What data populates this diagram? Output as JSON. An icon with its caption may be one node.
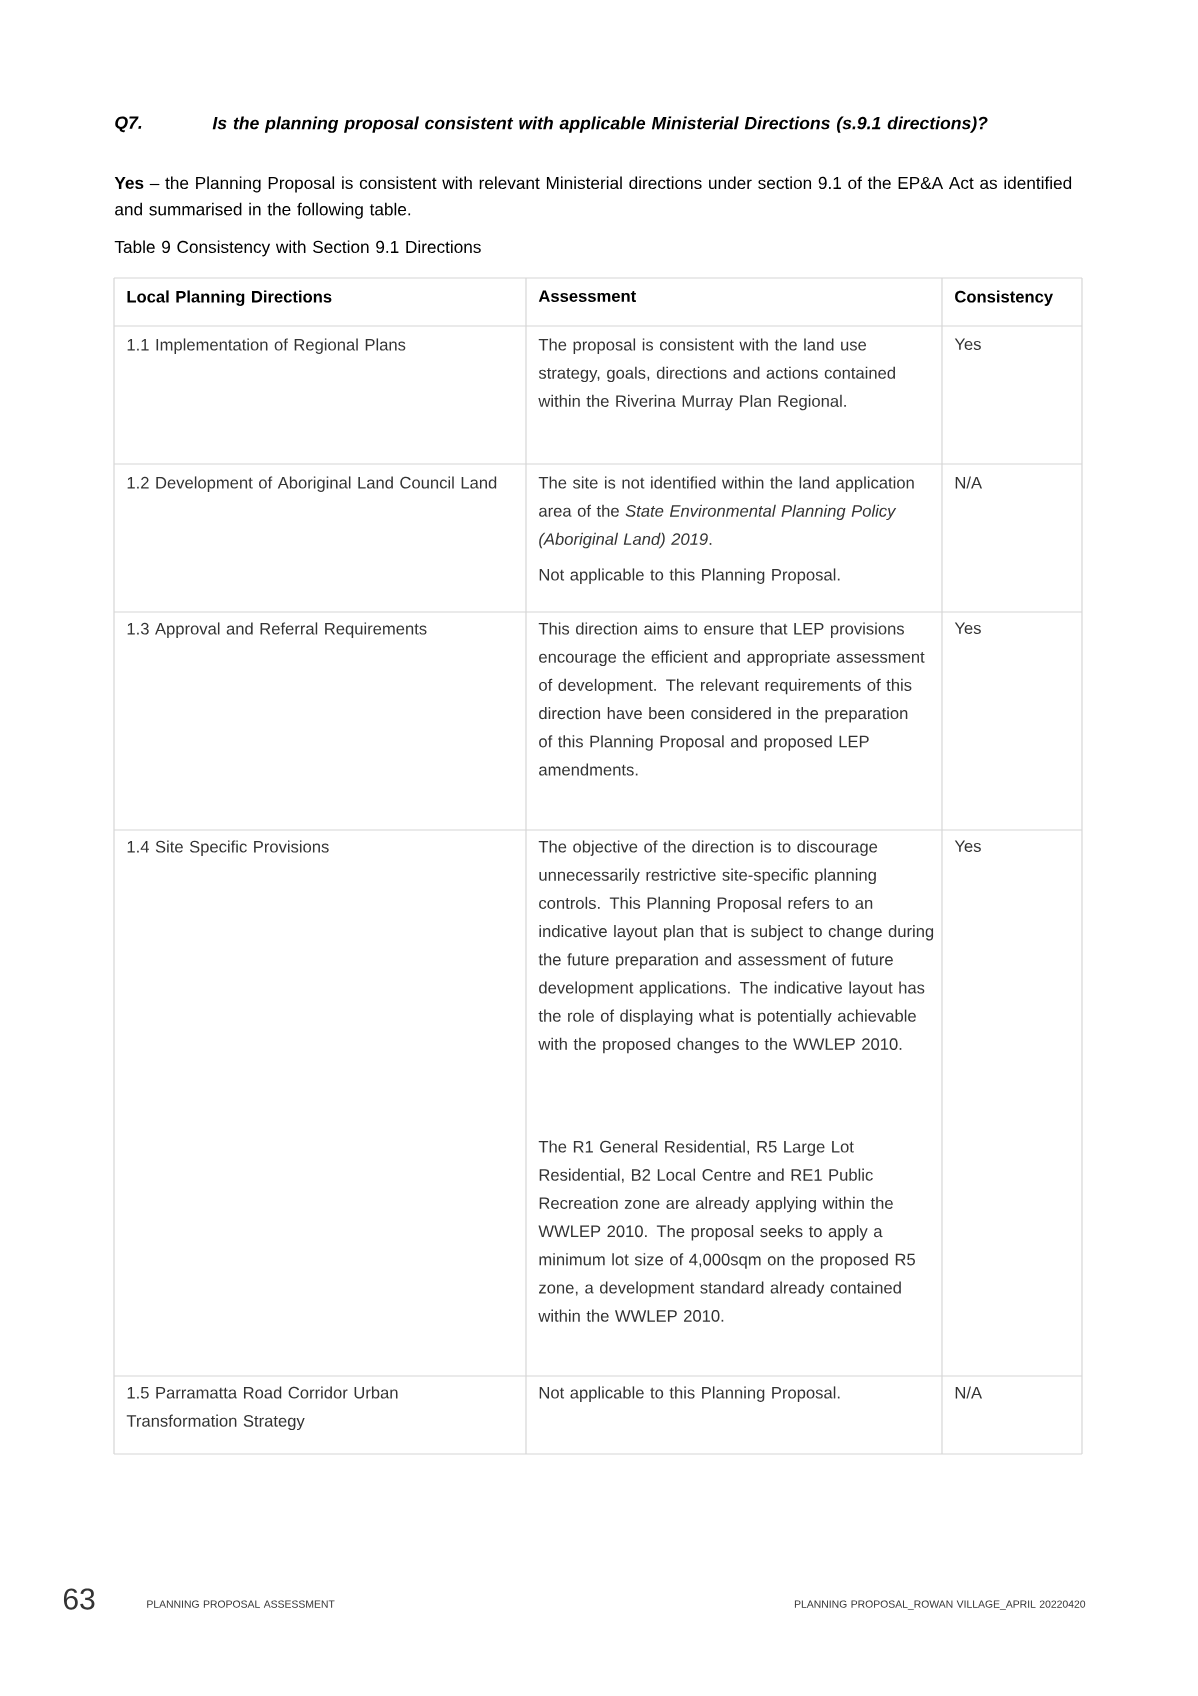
{
  "diagram": {
    "labels": [
      "Q7.",
      "Is the planning proposal consistent with applicable Ministerial Directions (s.9.1 directions)?",
      "**Yes** – the Planning Proposal is consistent with relevant Ministerial directions under section 9.1 of the EP&A Act as identified and summarised in the following table.",
      "Table 9 Consistency with Section 9.1 Directions",
      "Local Planning Directions",
      "Assessment",
      "Consistency",
      "1.1 Implementation of Regional Plans",
      "The proposal is consistent with the land use strategy, goals, directions and actions contained within the Riverina Murray Plan Regional.",
      "Yes",
      "1.2 Development of Aboriginal Land Council Land",
      "The site is not identified within the land application area of the *State Environmental Planning Policy (Aboriginal Land) 2019*.",
      "Not applicable to this Planning Proposal.",
      "N/A",
      "1.3 Approval and Referral Requirements",
      "This direction aims to ensure that LEP provisions encourage the efficient and appropriate assessment of development. The relevant requirements of this direction have been considered in the preparation of this Planning Proposal and proposed LEP amendments.",
      "Yes",
      "1.4 Site Specific Provisions",
      "The objective of the direction is to discourage unnecessarily restrictive site-specific planning controls. This Planning Proposal refers to an indicative layout plan that is subject to change during the future preparation and assessment of future development applications. The indicative layout has the role of displaying what is potentially achievable with the proposed changes to the WWLEP 2010.",
      "The R1 General Residential, R5 Large Lot Residential, B2 Local Centre and RE1 Public Recreation zone are already applying within the WWLEP 2010. The proposal seeks to apply a minimum lot size of 4,000sqm on the proposed R5 zone, a development standard already contained within the WWLEP 2010.",
      "Yes",
      "1.5 Parramatta Road Corridor Urban Transformation Strategy",
      "Not applicable to this Planning Proposal.",
      "N/A",
      "63",
      "PLANNING PROPOSAL ASSESSMENT",
      "PLANNING PROPOSAL_ROWAN VILLAGE_APRIL 20220420"
    ]
  }
}
